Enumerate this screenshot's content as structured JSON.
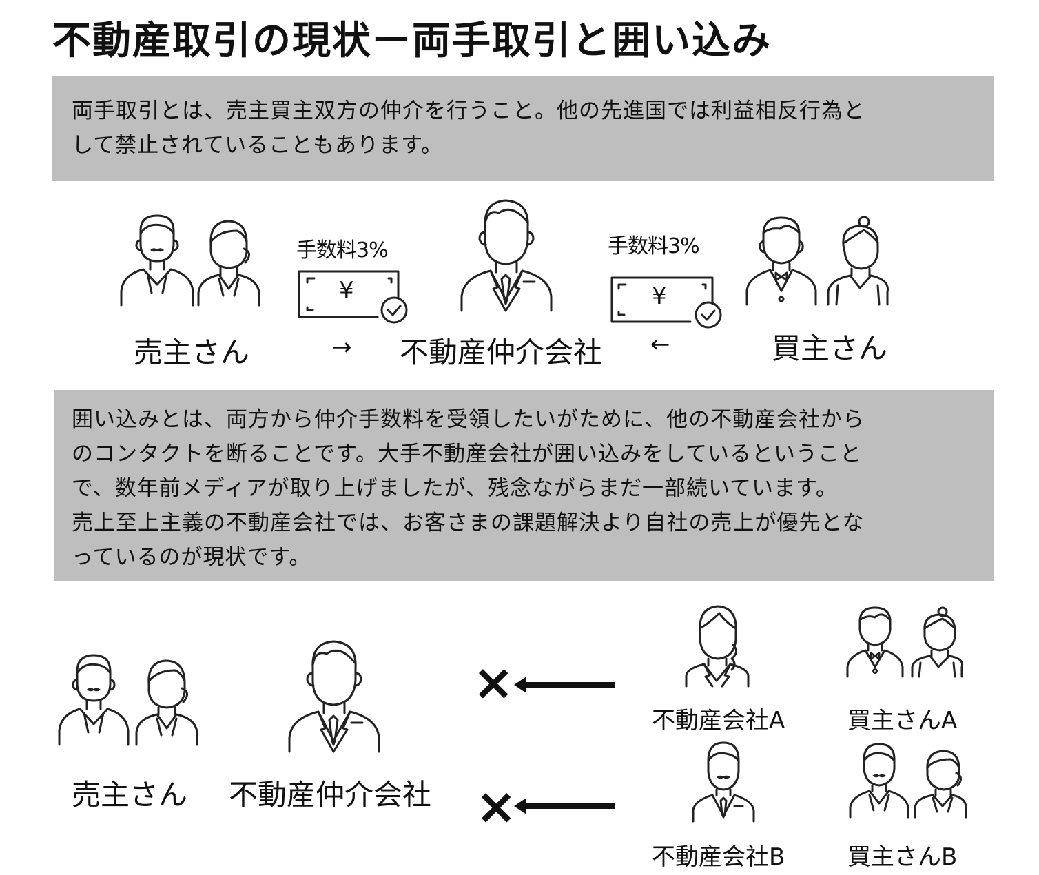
{
  "title": "不動産取引の現状ー両手取引と囲い込み",
  "box1": {
    "lines": [
      "両手取引とは、売主買主双方の仲介を行うこと。他の先進国では利益相反行為と",
      "して禁止されていることもあります。"
    ]
  },
  "diagram1": {
    "seller_label": "売主さん",
    "broker_label": "不動産仲介会社",
    "buyer_label": "買主さん",
    "fee_left": "手数料3%",
    "fee_right": "手数料3%",
    "yen_symbol": "¥",
    "arrow_right": "→",
    "arrow_left": "←"
  },
  "box2": {
    "lines": [
      "囲い込みとは、両方から仲介手数料を受領したいがために、他の不動産会社から",
      "のコンタクトを断ることです。大手不動産会社が囲い込みをしているということ",
      "で、数年前メディアが取り上げましたが、残念ながらまだ一部続いています。",
      "売上至上主義の不動産会社では、お客さまの課題解決より自社の売上が優先とな",
      "っているのが現状です。"
    ]
  },
  "diagram2": {
    "seller_label": "売主さん",
    "broker_label": "不動産仲介会社",
    "company_a": "不動産会社A",
    "buyer_a": "買主さんA",
    "company_b": "不動産会社B",
    "buyer_b": "買主さんB",
    "blocked_mark": "×"
  }
}
